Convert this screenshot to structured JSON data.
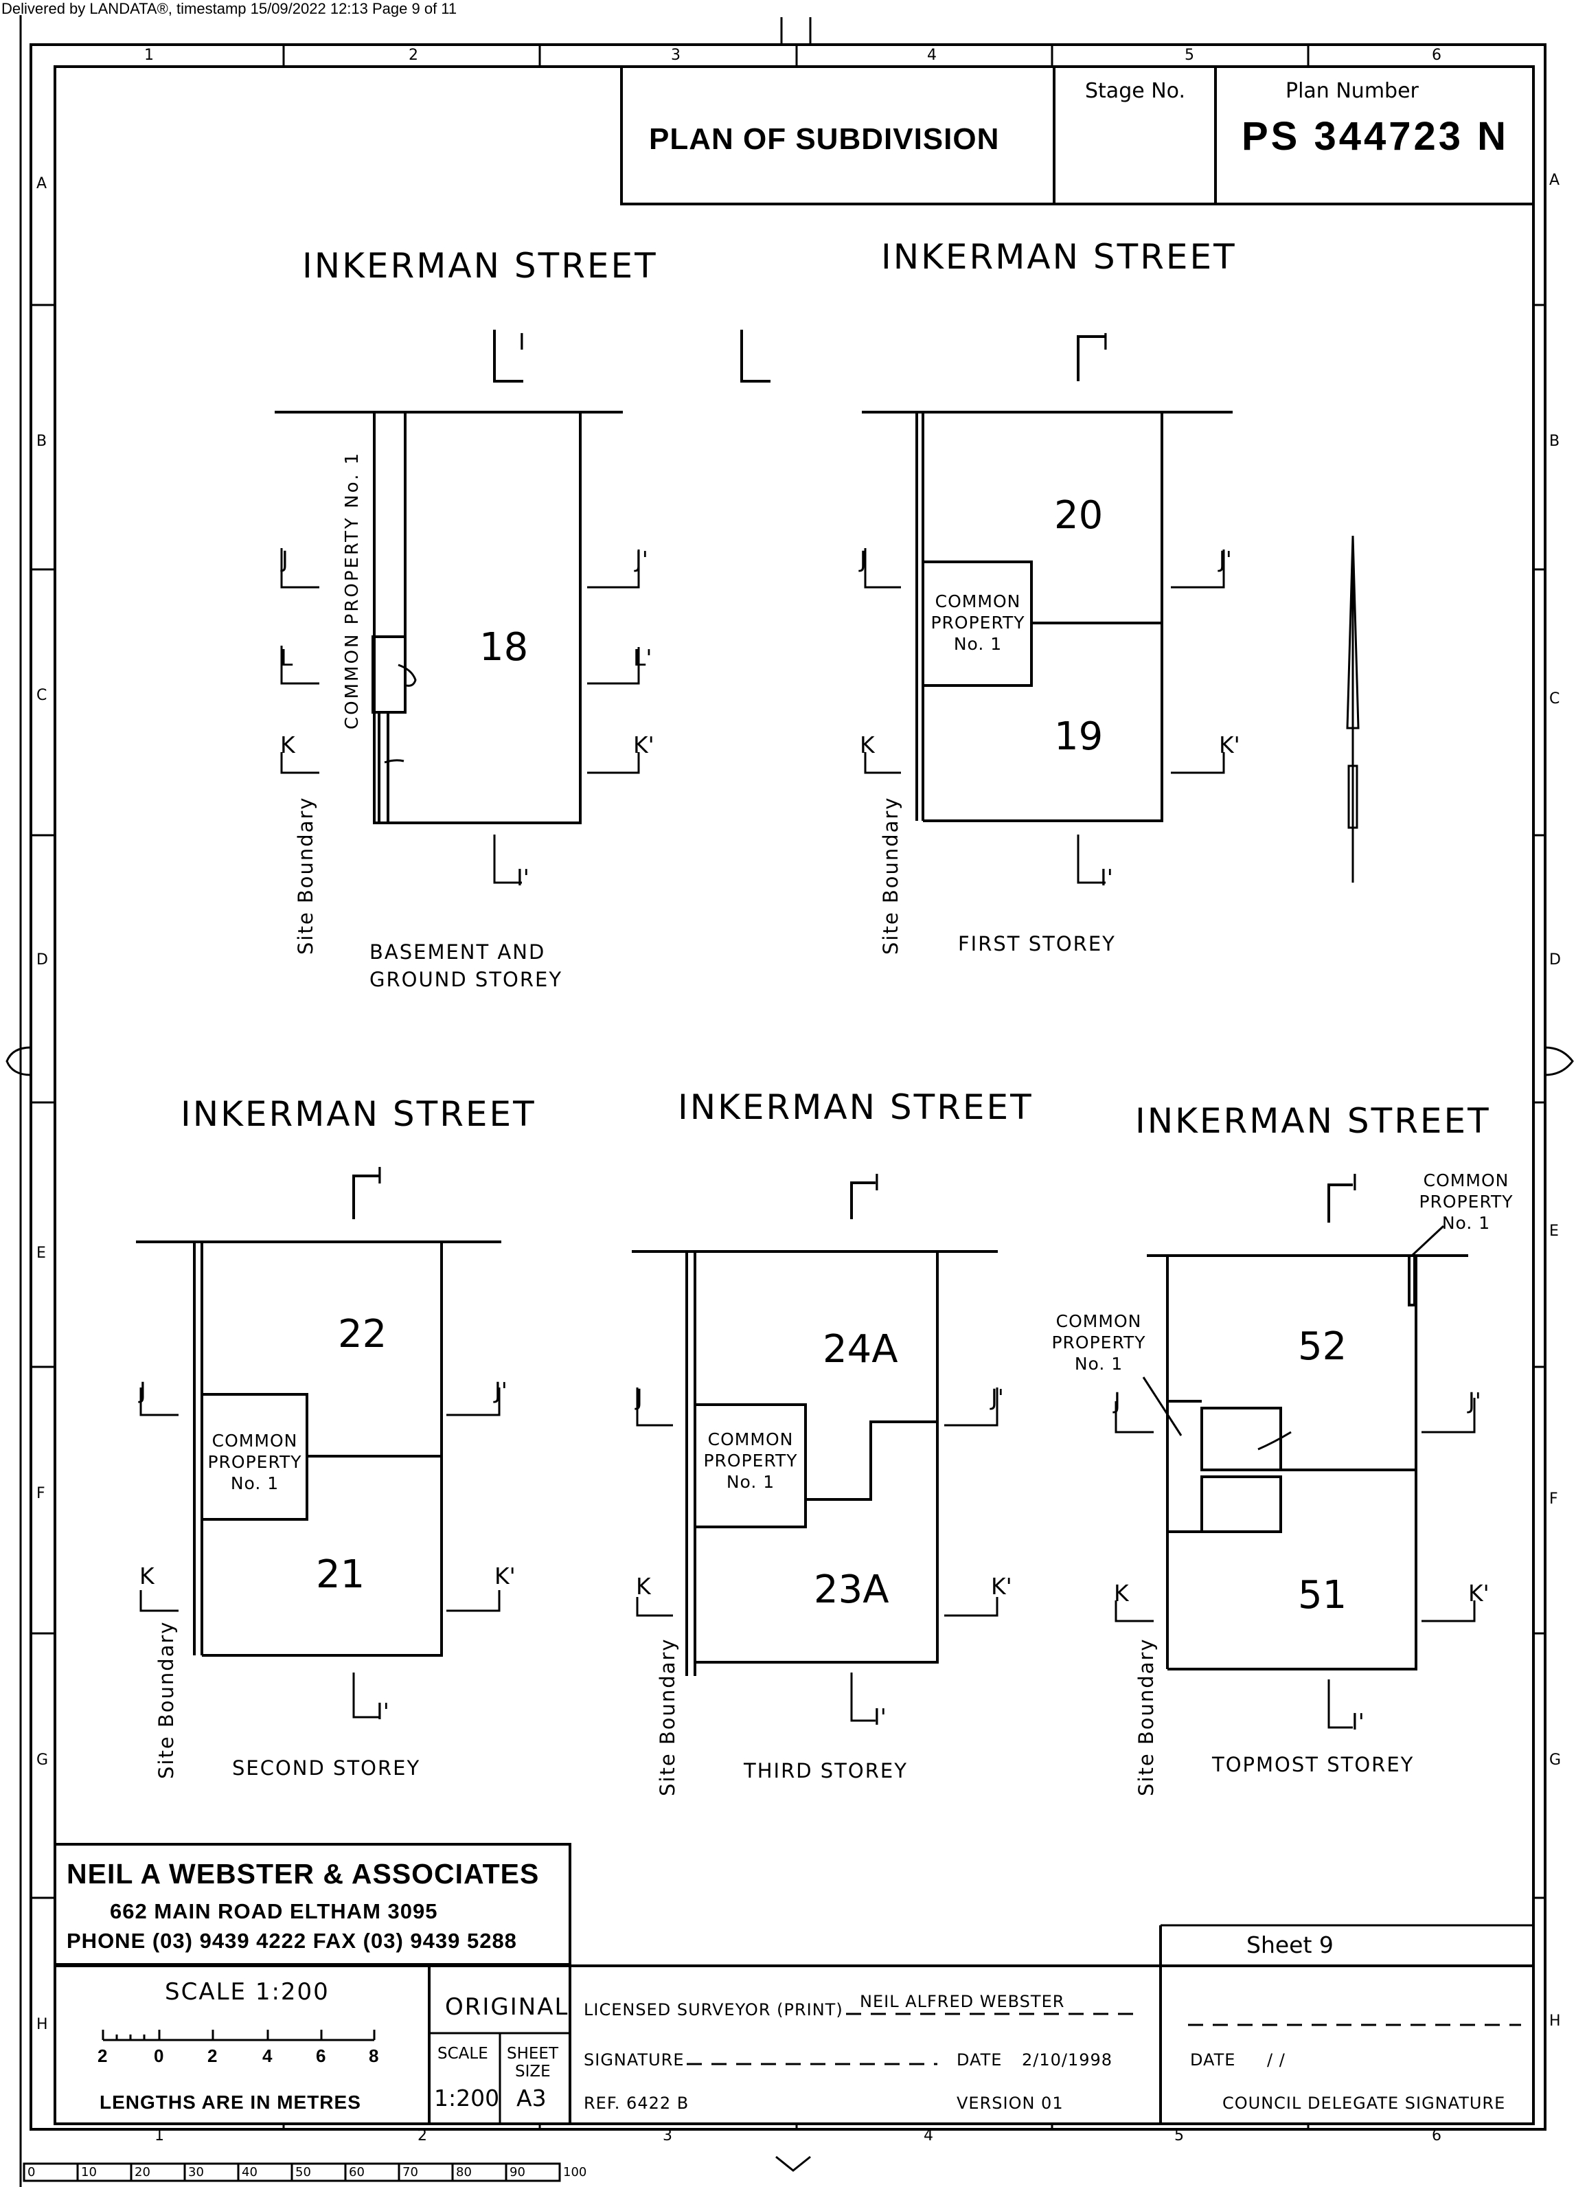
{
  "delivery_header": "Delivered by LANDATA®, timestamp 15/09/2022 12:13   Page 9 of 11",
  "title_block": {
    "title": "PLAN OF SUBDIVISION",
    "stage_label": "Stage No.",
    "stage_value": "",
    "plan_label": "Plan Number",
    "plan_number": "PS 344723 N"
  },
  "grid": {
    "columns": [
      "1",
      "2",
      "3",
      "4",
      "5",
      "6"
    ],
    "rows": [
      "A",
      "B",
      "C",
      "D",
      "E",
      "F",
      "G",
      "H"
    ]
  },
  "street_name": "INKERMAN STREET",
  "section_marks": {
    "I": "I",
    "I_prime": "I'",
    "J": "J",
    "J_prime": "J'",
    "K": "K",
    "K_prime": "K'",
    "L": "L",
    "L_prime": "L'"
  },
  "site_boundary": "Site Boundary",
  "common_property": [
    "COMMON",
    "PROPERTY",
    "No. 1"
  ],
  "common_property_vertical": "COMMON   PROPERTY   No. 1",
  "floors": [
    {
      "caption_1": "BASEMENT AND",
      "caption_2": "GROUND STOREY",
      "lots": [
        "18"
      ]
    },
    {
      "caption_1": "FIRST STOREY",
      "lots": [
        "20",
        "19"
      ]
    },
    {
      "caption_1": "SECOND STOREY",
      "lots": [
        "22",
        "21"
      ]
    },
    {
      "caption_1": "THIRD STOREY",
      "lots": [
        "24A",
        "23A"
      ]
    },
    {
      "caption_1": "TOPMOST STOREY",
      "lots": [
        "52",
        "51"
      ]
    }
  ],
  "surveyor_firm": {
    "name": "NEIL A WEBSTER & ASSOCIATES",
    "address": "662 MAIN ROAD ELTHAM 3095",
    "phone_fax": "PHONE (03) 9439 4222   FAX (03) 9439 5288"
  },
  "scale_block": {
    "scale": "SCALE 1:200",
    "bar_labels": [
      "2",
      "0",
      "2",
      "4",
      "6",
      "8"
    ],
    "units_note": "LENGTHS ARE IN METRES",
    "original": "ORIGINAL",
    "scale_label": "SCALE",
    "scale_value": "1:200",
    "sheet_size_label_1": "SHEET",
    "sheet_size_label_2": "SIZE",
    "sheet_size_value": "A3"
  },
  "certification": {
    "licensed_surveyor_label": "LICENSED SURVEYOR (PRINT)",
    "licensed_surveyor_name": "NEIL ALFRED WEBSTER",
    "signature_label": "SIGNATURE",
    "date_label": "DATE",
    "date_value": "2/10/1998",
    "ref": "REF. 6422 B",
    "version": "VERSION 01"
  },
  "council": {
    "sheet": "Sheet 9",
    "date_label": "DATE",
    "date_value": "/ /",
    "signature_label": "COUNCIL DELEGATE SIGNATURE"
  },
  "ruler_labels": [
    "0",
    "10",
    "20",
    "30",
    "40",
    "50",
    "60",
    "70",
    "80",
    "90",
    "100"
  ]
}
